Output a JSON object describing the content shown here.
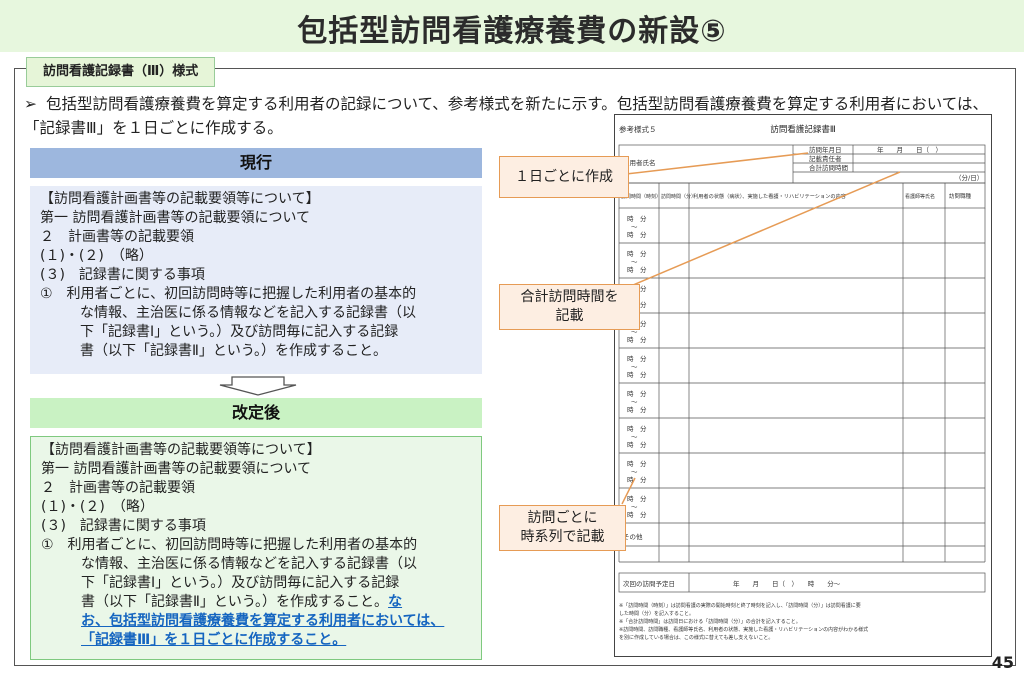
{
  "title": "包括型訪問看護療養費の新設⑤",
  "section_tab": "訪問看護記録書（Ⅲ）様式",
  "intro": "包括型訪問看護療養費を算定する利用者の記録について、参考様式を新たに示す。包括型訪問看護療養費を算定する利用者においては、「記録書Ⅲ」を１日ごとに作成する。",
  "current": {
    "header": "現行",
    "lines": [
      "【訪問看護計画書等の記載要領等について】",
      "第一 訪問看護計画書等の記載要領について",
      "２　計画書等の記載要領",
      "(１)・(２)　（略）",
      "(３)　記録書に関する事項",
      "①　利用者ごとに、初回訪問時等に把握した利用者の基本的",
      "な情報、主治医に係る情報などを記入する記録書（以",
      "下「記録書Ⅰ」という。）及び訪問毎に記入する記録",
      "書（以下「記録書Ⅱ」という。）を作成すること。"
    ]
  },
  "revised": {
    "header": "改定後",
    "lines": [
      "【訪問看護計画書等の記載要領等について】",
      "第一 訪問看護計画書等の記載要領について",
      "２　計画書等の記載要領",
      "(１)・(２)　（略）",
      "(３)　記録書に関する事項",
      "①　利用者ごとに、初回訪問時等に把握した利用者の基本的",
      "な情報、主治医に係る情報などを記入する記録書（以",
      "下「記録書Ⅰ」という。）及び訪問毎に記入する記録"
    ],
    "last_line_plain": "書（以下「記録書Ⅱ」という。）を作成すること。",
    "highlight_1": "な",
    "highlight_2": "お、包括型訪問看護療養費を算定する利用者においては、",
    "highlight_3": "「記録書Ⅲ」を１日ごとに作成すること。"
  },
  "form": {
    "label": "参考様式５",
    "title": "訪問看護記録書Ⅲ",
    "patient_name": "利用者氏名",
    "visit_date_label": "訪問年月日",
    "visit_date_value": "年　　月　　日（　）",
    "nurse_label": "記載責任者",
    "total_label": "合計訪問時間",
    "total_unit": "（分/日）",
    "col_time": "訪問時間（時刻）",
    "col_minutes": "訪問時間（分）",
    "col_content": "利用者の状態（病状）、実施した看護・リハビリテーションの内容",
    "col_staff": "看護師等氏名",
    "col_type": "訪問職種",
    "time_start": "時　分",
    "time_sep": "～",
    "time_end": "時　分",
    "other": "その他",
    "next_label": "次回の訪問予定日",
    "next_value": "年　　月　　日（　）　　時　　分～",
    "notes": [
      "※「訪問時間（時刻）」は訪問看護の実際の開始時刻と終了時刻を記入し、「訪問時間（分）」は訪問看護に要",
      "した時間（分）を記入すること。",
      "※「合計訪問時間」は訪問日における「訪問時間（分）」の合計を記入すること。",
      "※訪問時間、訪問職種、看護師等氏名、利用者の状態、実施した看護・リハビリテーションの内容がわかる様式",
      "を別に作成している場合は、この様式に替えても差し支えないこと。"
    ]
  },
  "callouts": {
    "daily": "１日ごとに作成",
    "total_1": "合計訪問時間を",
    "total_2": "記載",
    "chrono_1": "訪問ごとに",
    "chrono_2": "時系列で記載"
  },
  "page_number": "45",
  "colors": {
    "banner": "#e7f7de",
    "current_header": "#9db7de",
    "revised_header": "#c9f2c3",
    "callout_border": "#e69b55",
    "highlight": "#1565c0"
  }
}
